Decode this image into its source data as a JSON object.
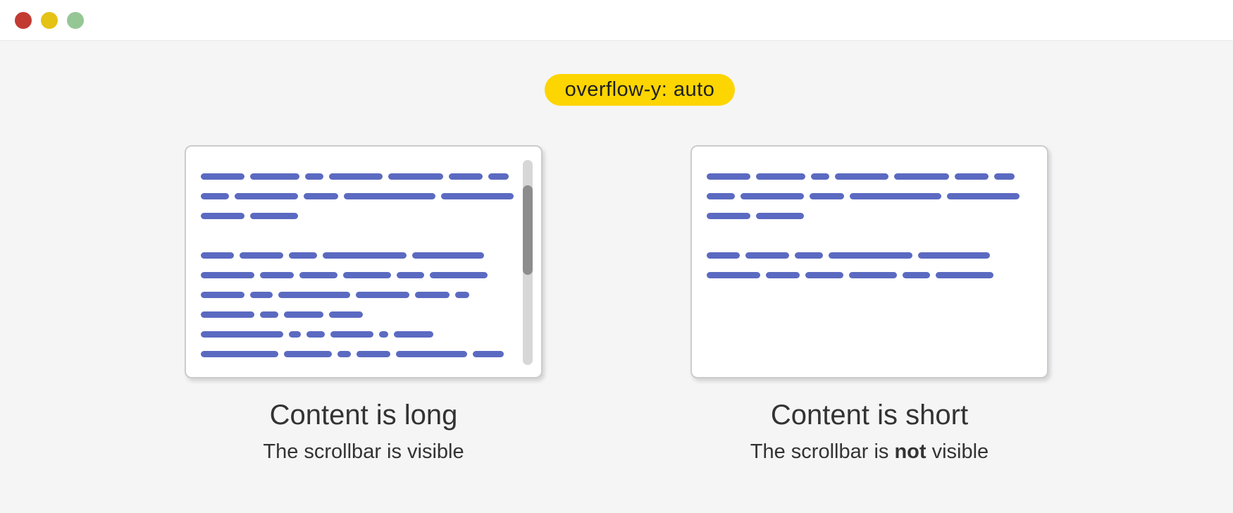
{
  "colors": {
    "page_bg": "#f5f5f6",
    "topbar_bg": "#ffffff",
    "topbar_border": "#e9e9e9",
    "light_red": "#c23b33",
    "light_yellow": "#e4c314",
    "light_green": "#95c795",
    "badge_bg": "#fdd500",
    "badge_text": "#1f1f1f",
    "word_blue": "#5b6ac1",
    "panel_bg": "#ffffff",
    "panel_border": "#cccccc",
    "track": "#d7d7d7",
    "thumb": "#8d8d8d",
    "caption": "#333333"
  },
  "titlebar": {
    "buttons": [
      "close",
      "minimize",
      "maximize"
    ]
  },
  "badge": {
    "label": "overflow-y: auto"
  },
  "panels": {
    "left": {
      "caption": "Content is long",
      "subcaption": [
        {
          "text": "The scrollbar is visible",
          "bold": false
        }
      ],
      "scrollbar_visible": true,
      "paragraphs": [
        [
          [
            62,
            70,
            26,
            76,
            78,
            48,
            29
          ],
          [
            40,
            90,
            49,
            130,
            103
          ],
          [
            62,
            68
          ]
        ],
        [
          [
            47,
            62,
            40,
            119,
            102
          ],
          [
            76,
            48,
            54,
            68,
            39,
            82
          ],
          [
            62,
            32,
            102,
            76,
            49,
            20
          ],
          [
            76,
            26,
            56,
            48
          ],
          [
            117,
            17,
            26,
            61,
            13,
            56
          ],
          [
            110,
            68,
            19,
            48,
            101,
            44
          ]
        ]
      ]
    },
    "right": {
      "caption": "Content is short",
      "subcaption": [
        {
          "text": "The scrollbar is ",
          "bold": false
        },
        {
          "text": "not",
          "bold": true
        },
        {
          "text": " visible",
          "bold": false
        }
      ],
      "scrollbar_visible": false,
      "paragraphs": [
        [
          [
            62,
            70,
            26,
            76,
            78,
            48,
            29
          ],
          [
            40,
            90,
            49,
            130,
            103
          ],
          [
            62,
            68
          ]
        ],
        [
          [
            47,
            62,
            40,
            119,
            102
          ],
          [
            76,
            48,
            54,
            68,
            39,
            82
          ]
        ]
      ]
    }
  }
}
